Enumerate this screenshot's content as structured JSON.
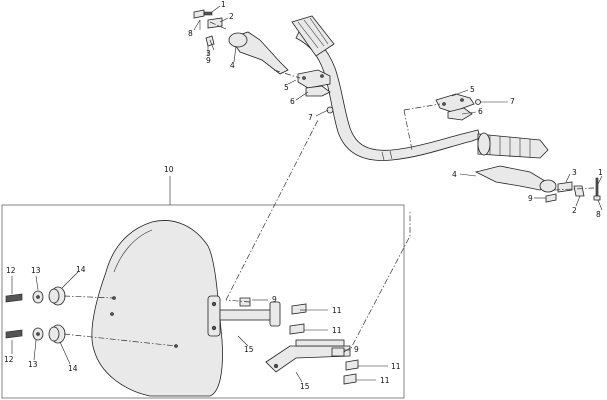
{
  "diagram": {
    "labels": {
      "l1a": "1",
      "l2a": "2",
      "l3a": "3",
      "l4a": "4",
      "l5a": "5",
      "l6a": "6",
      "l7a": "7",
      "l8a": "8",
      "l9a": "9",
      "l5b": "5",
      "l6b": "6",
      "l7b": "7",
      "l3b": "3",
      "l4b": "4",
      "l9b": "9",
      "l2b": "2",
      "l1b": "1",
      "l8b": "8",
      "l10": "10",
      "l12a": "12",
      "l13a": "13",
      "l14a": "14",
      "l12b": "12",
      "l13b": "13",
      "l14b": "14",
      "l9c": "9",
      "l11a": "11",
      "l11b": "11",
      "l15a": "15",
      "l9d": "9",
      "l11c": "11",
      "l11d": "11",
      "l15b": "15"
    }
  }
}
